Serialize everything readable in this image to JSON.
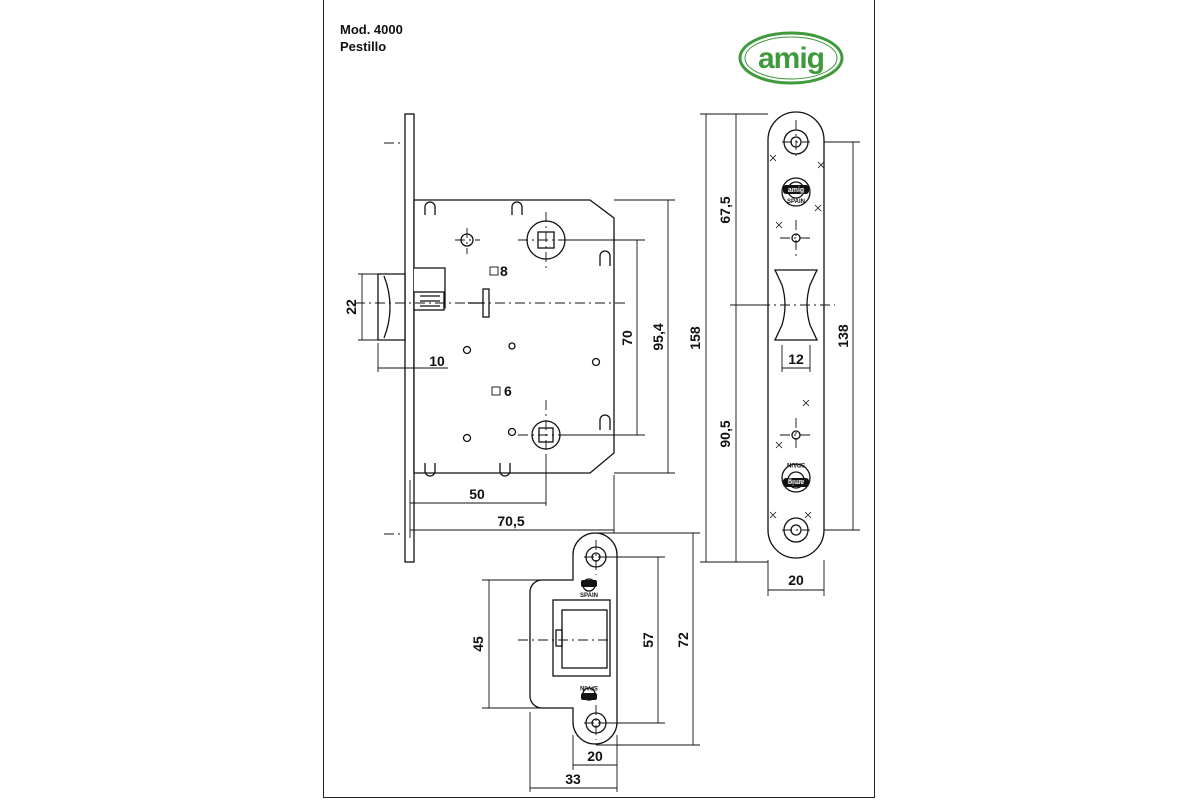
{
  "header": {
    "model": "Mod. 4000",
    "product": "Pestillo"
  },
  "brand": {
    "logo_text": "amig",
    "logo_color": "#3f9a3c",
    "plate_mark": "SPAIN"
  },
  "dimensions": {
    "lock_body": {
      "latch_height": "22",
      "latch_projection": "10",
      "spindle_square": "8",
      "key_square": "6",
      "spindle_to_key": "70",
      "case_height": "95,4",
      "backset": "50",
      "case_depth": "70,5"
    },
    "faceplate": {
      "total_length": "158",
      "upper_to_latch": "67,5",
      "latch_to_lower": "90,5",
      "screw_centres": "138",
      "latch_window": "12",
      "width": "20"
    },
    "strike_plate": {
      "box_height": "45",
      "screw_centres": "57",
      "total_length": "72",
      "width": "20",
      "total_width": "33"
    }
  }
}
